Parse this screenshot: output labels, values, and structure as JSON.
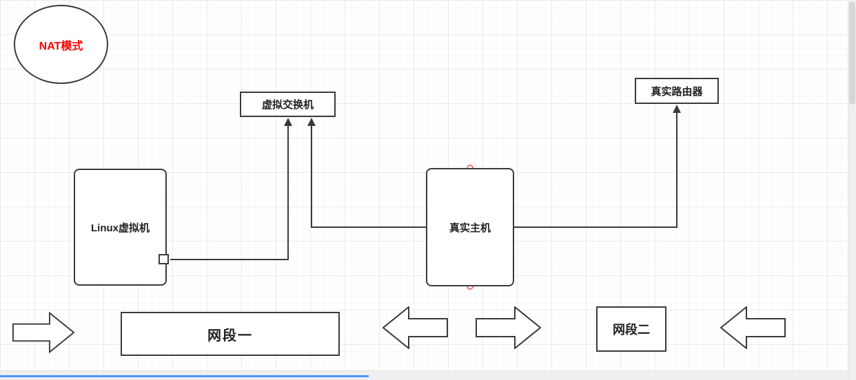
{
  "canvas": {
    "title_bubble": {
      "label": "NAT模式"
    },
    "shapes": {
      "virtual_switch": "虚拟交换机",
      "real_router": "真实路由器",
      "linux_vm": "Linux虚拟机",
      "real_host": "真实主机",
      "segment_one": "网段一",
      "segment_two": "网段二"
    },
    "colors": {
      "title_text": "#ff0000",
      "shape_stroke": "#3a3a3a",
      "label_text": "#222222",
      "connection_point": "#ff4d4f",
      "grid_line": "#ececec",
      "h_scrollbar_thumb": "#4d90fe",
      "shape_fill": "#ffffff"
    }
  }
}
